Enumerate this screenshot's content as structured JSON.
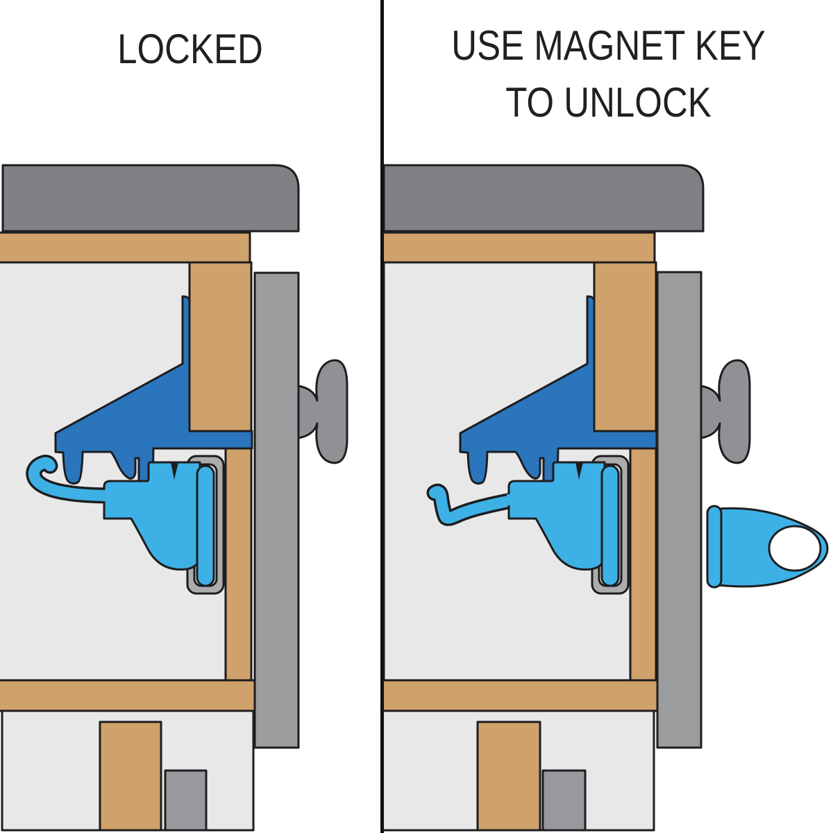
{
  "titles": {
    "left": "LOCKED",
    "right_line1": "USE MAGNET KEY",
    "right_line2": "TO UNLOCK"
  },
  "colors": {
    "background": "#ffffff",
    "outline": "#1d1d1f",
    "divider": "#111111",
    "title_text": "#231f20",
    "countertop": "#7f8184",
    "cabinet_wood": "#d0a26b",
    "cabinet_interior": "#e8e8e9",
    "door": "#9a9c9e",
    "knob": "#8f9194",
    "bracket": "#acacac",
    "drawer_block": "#97999c",
    "lock_base": "#2a75bc",
    "latch": "#3db1e5",
    "magnet_key": "#3db1e5"
  }
}
